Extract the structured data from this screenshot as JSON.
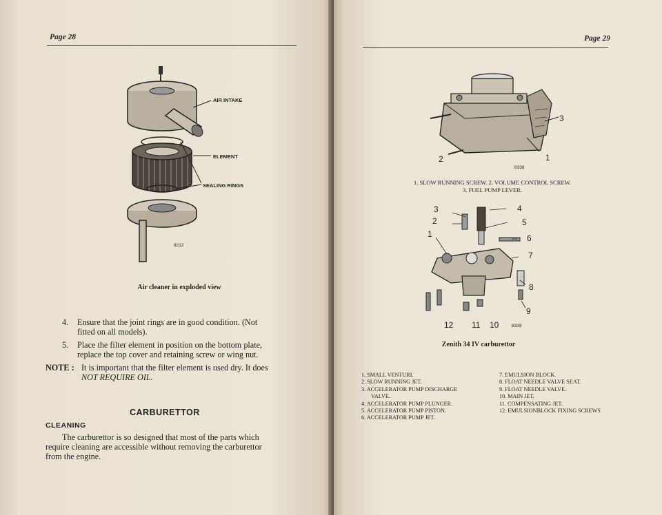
{
  "left_page": {
    "header": "Page 28",
    "figure": {
      "caption": "Air cleaner in exploded view",
      "number": "8212",
      "callouts": {
        "air_intake": "AIR INTAKE",
        "element": "ELEMENT",
        "sealing_rings": "SEALING RINGS"
      }
    },
    "steps": [
      {
        "num": "4.",
        "line1": "Ensure that the joint rings are in good condition. (Not",
        "line2": "fitted on all models)."
      },
      {
        "num": "5.",
        "line1": "Place the filter element in position on the bottom plate,",
        "line2": "replace the top cover and retaining screw or wing nut."
      }
    ],
    "note": {
      "label": "NOTE :",
      "line1": "It is important that the filter element is used dry.  It does",
      "line2": "NOT REQUIRE OIL."
    },
    "section_heading": "CARBURETTOR",
    "sub_heading": "CLEANING",
    "cleaning_text": {
      "line1": "The carburettor is so designed that most of the parts which",
      "line2": "require cleaning are accessible without removing the carburettor",
      "line3": "from the engine."
    }
  },
  "right_page": {
    "header": "Page 29",
    "figure1": {
      "number": "8338",
      "labels": [
        "1",
        "2",
        "3"
      ],
      "caption_line1": "1. SLOW RUNNING SCREW.          2. VOLUME CONTROL SCREW.",
      "caption_line2": "3. FUEL PUMP LEVER."
    },
    "figure2": {
      "number": "8339",
      "labels": [
        "1",
        "2",
        "3",
        "4",
        "5",
        "6",
        "7",
        "8",
        "9",
        "10",
        "11",
        "12"
      ],
      "caption": "Zenith 34 IV carburettor"
    },
    "parts_col1": [
      "1. SMALL VENTURI.",
      "2. SLOW RUNNING JET.",
      "3. ACCELERATOR PUMP DISCHARGE",
      "    VALVE.",
      "4. ACCELERATOR PUMP PLUNGER.",
      "5. ACCELERATOR PUMP PISTON.",
      "6. ACCELERATOR PUMP JET."
    ],
    "parts_col2": [
      "7. EMULSION BLOCK.",
      "8. FLOAT NEEDLE VALVE SEAT.",
      "9. FLOAT NEEDLE VALVE.",
      "10. MAIN JET.",
      "11. COMPENSATING JET.",
      "12. EMULSIONBLOCK FIXING SCREWS"
    ]
  }
}
